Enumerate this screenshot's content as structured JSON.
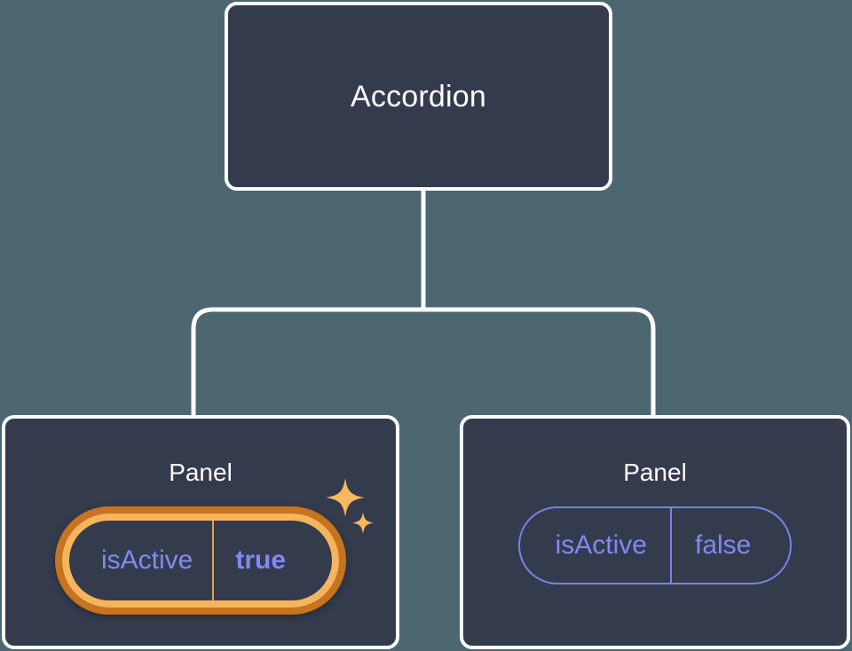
{
  "canvas": {
    "background_color": "#4d6771"
  },
  "diagram": {
    "type": "component-tree",
    "root": {
      "title": "Accordion"
    },
    "children": [
      {
        "title": "Panel",
        "highlighted": true,
        "prop": {
          "key": "isActive",
          "value": "true"
        }
      },
      {
        "title": "Panel",
        "highlighted": false,
        "prop": {
          "key": "isActive",
          "value": "false"
        }
      }
    ]
  },
  "colors": {
    "node_fill": "#343b4c",
    "node_border": "#ffffff",
    "connector": "#ffffff",
    "prop_text": "#8189f5",
    "pill_border_inactive": "#7a82e8",
    "highlight_outer_ring": "#c8731d",
    "highlight_inner_ring": "#f6b55c",
    "sparkle": "#f7b85e"
  },
  "icons": {
    "sparkle_large": "sparkle-icon",
    "sparkle_small": "sparkle-small-icon"
  }
}
